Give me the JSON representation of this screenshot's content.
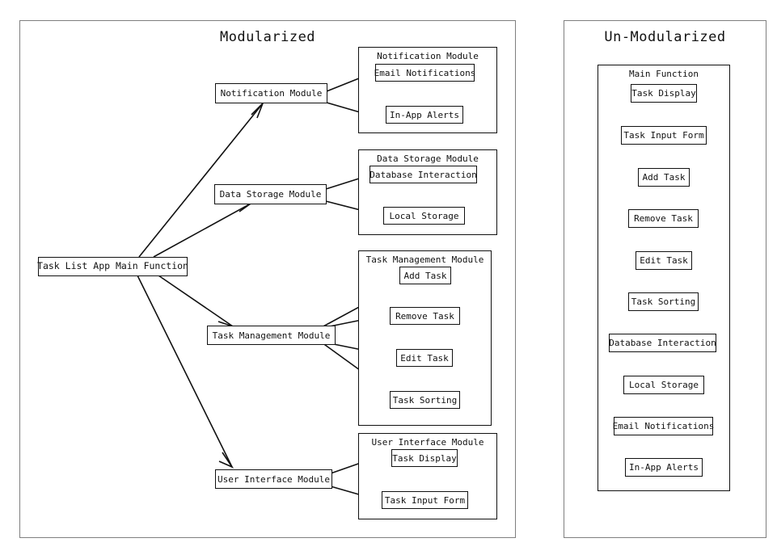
{
  "panels": {
    "modularized": {
      "title": "Modularized",
      "root": {
        "label": "Task List App Main Function"
      },
      "modules": [
        {
          "label": "Notification Module",
          "cluster_title": "Notification Module",
          "children": [
            {
              "label": "Email Notifications"
            },
            {
              "label": "In-App Alerts"
            }
          ]
        },
        {
          "label": "Data Storage Module",
          "cluster_title": "Data Storage Module",
          "children": [
            {
              "label": "Database Interaction"
            },
            {
              "label": "Local Storage"
            }
          ]
        },
        {
          "label": "Task Management Module",
          "cluster_title": "Task Management Module",
          "children": [
            {
              "label": "Add Task"
            },
            {
              "label": "Remove Task"
            },
            {
              "label": "Edit Task"
            },
            {
              "label": "Task Sorting"
            }
          ]
        },
        {
          "label": "User Interface Module",
          "cluster_title": "User Interface Module",
          "children": [
            {
              "label": "Task Display"
            },
            {
              "label": "Task Input Form"
            }
          ]
        }
      ]
    },
    "unmodularized": {
      "title": "Un-Modularized",
      "cluster_title": "Main Function",
      "items": [
        {
          "label": "Task Display"
        },
        {
          "label": "Task Input Form"
        },
        {
          "label": "Add Task"
        },
        {
          "label": "Remove Task"
        },
        {
          "label": "Edit Task"
        },
        {
          "label": "Task Sorting"
        },
        {
          "label": "Database Interaction"
        },
        {
          "label": "Local Storage"
        },
        {
          "label": "Email Notifications"
        },
        {
          "label": "In-App Alerts"
        }
      ]
    }
  },
  "colors": {
    "panel_border": "#7f7f7f",
    "node_border": "#111111",
    "edge": "#111111",
    "background": "#ffffff",
    "text": "#111111"
  }
}
